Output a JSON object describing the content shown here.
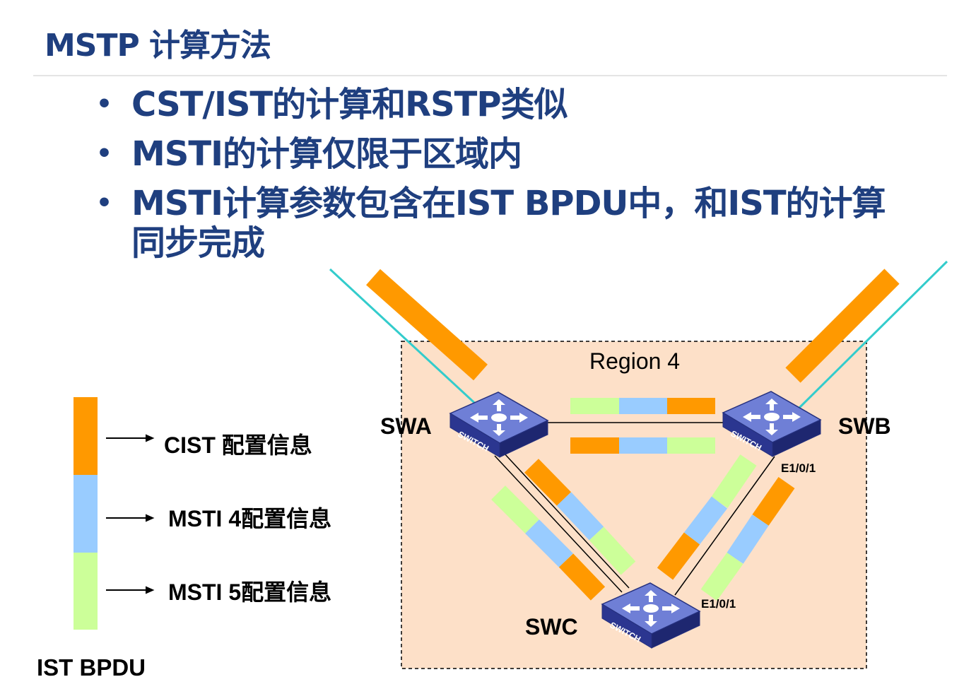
{
  "title": "MSTP 计算方法",
  "bullets": [
    "CST/IST的计算和RSTP类似",
    "MSTI的计算仅限于区域内",
    "MSTI计算参数包含在IST BPDU中，和IST的计算同步完成"
  ],
  "region_label": "Region 4",
  "switches": {
    "swa": "SWA",
    "swb": "SWB",
    "swc": "SWC",
    "icon_text": "SWITCH"
  },
  "ports": {
    "swb_port": "E1/0/1",
    "swc_port": "E1/0/1"
  },
  "legend": {
    "items": [
      "CIST 配置信息",
      "MSTI 4配置信息",
      "MSTI 5配置信息"
    ],
    "title": "IST BPDU"
  },
  "colors": {
    "cist": "#ff9900",
    "msti4": "#99ccff",
    "msti5": "#ccff99",
    "region_fill": "#fde0c8",
    "link_external": "#33cccc",
    "title_text": "#1f3f7f",
    "switch_body": "#2e3c9a"
  }
}
